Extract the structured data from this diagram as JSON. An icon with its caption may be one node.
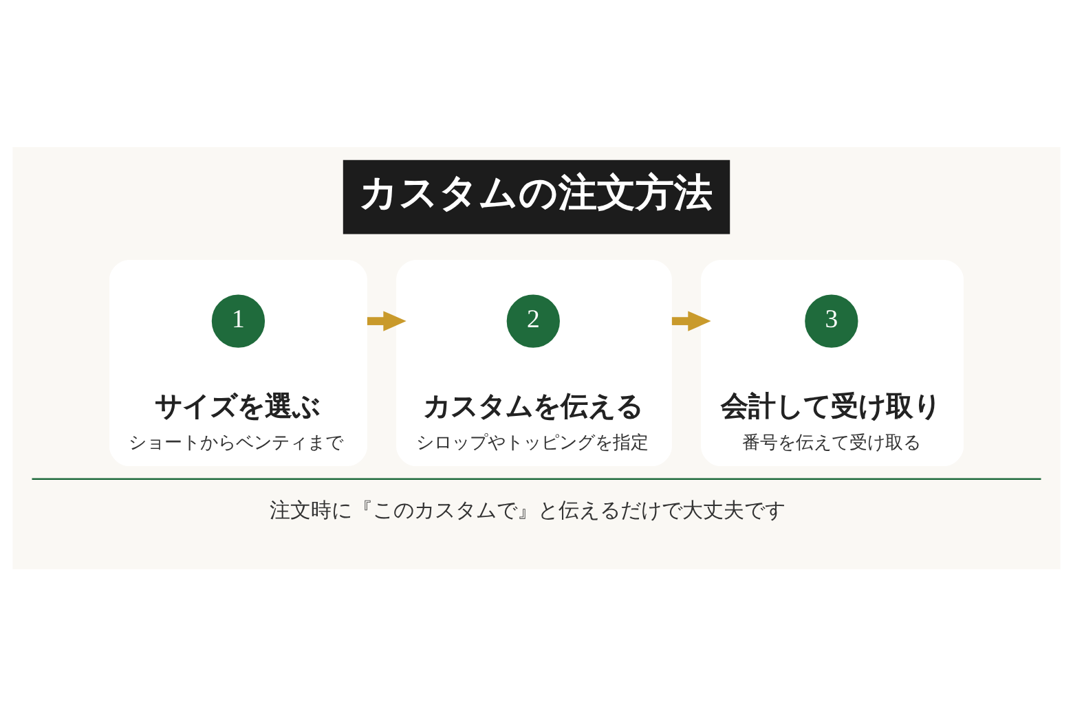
{
  "diagram": {
    "title": "カスタムの注文方法",
    "caption": "注文時に『このカスタムで』と伝えるだけで大丈夫です",
    "nodes": [
      {
        "text": [
          "サイズを選ぶ",
          "ショートからベンティまで"
        ]
      },
      {
        "text": [
          "1"
        ],
        "in": 0
      },
      {
        "text": [
          "カスタムを伝える",
          "シロップやトッピングを指定"
        ]
      },
      {
        "text": [
          "2"
        ],
        "in": 2
      },
      {
        "text": [
          "会計して受け取り",
          "番号を伝えて受け取る"
        ]
      },
      {
        "text": [
          "3"
        ],
        "in": 4
      }
    ],
    "edges": [
      {
        "from": 0,
        "to": 2,
        "arrow": "to"
      },
      {
        "from": 2,
        "to": 4,
        "arrow": "to"
      }
    ]
  }
}
